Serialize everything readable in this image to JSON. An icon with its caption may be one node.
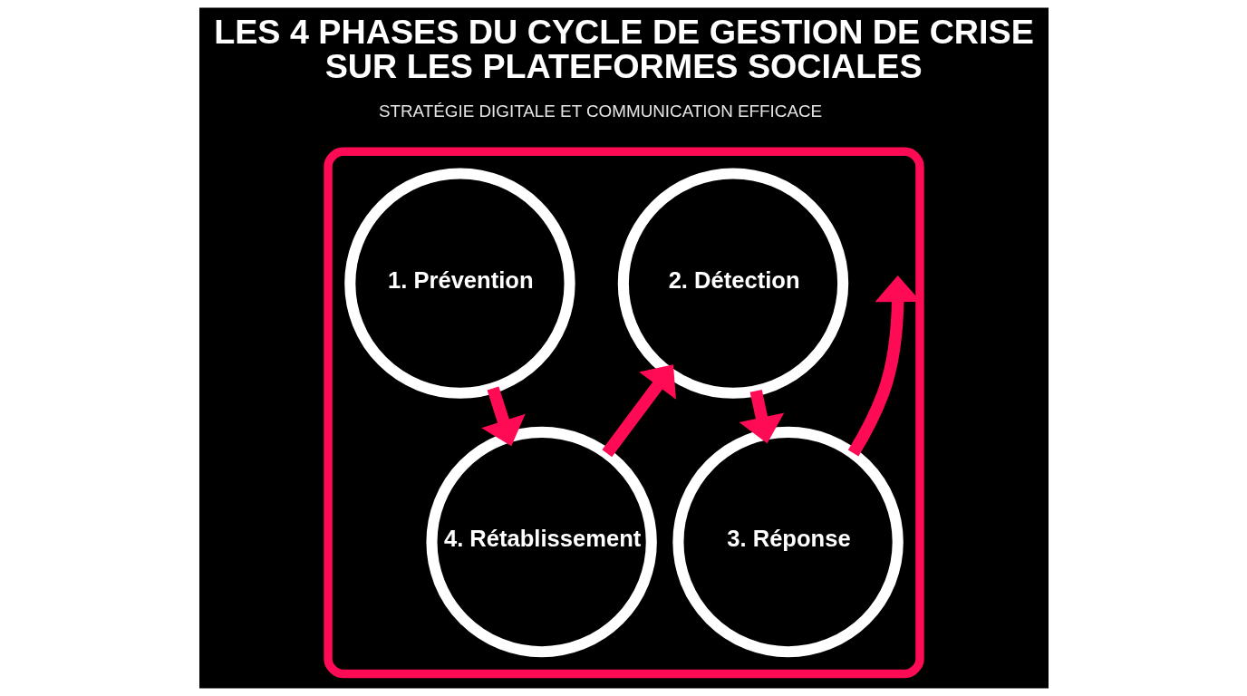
{
  "diagram": {
    "title": "LES 4 PHASES DU CYCLE DE GESTION DE CRISE SUR LES PLATEFORMES SOCIALES",
    "nodes": [
      {
        "text": [],
        "shape": "box"
      },
      {
        "text": [
          "1. Prévention"
        ],
        "in": 0
      },
      {
        "text": [
          "4. Rétablissement"
        ],
        "in": 0
      },
      {
        "text": [
          "2. Détection"
        ],
        "in": 0
      },
      {
        "text": [
          "3. Réponse"
        ],
        "in": 0
      }
    ],
    "edges": [
      {
        "from": 1,
        "to": 2,
        "arrow": "to"
      },
      {
        "from": 2,
        "to": 3,
        "arrow": "to"
      },
      {
        "from": 3,
        "to": 4,
        "arrow": "to"
      },
      {
        "from": 4,
        "to": null,
        "arrow": "to"
      }
    ],
    "labels": [
      "STRATÉGIE DIGITALE ET COMMUNICATION EFFICACE"
    ]
  }
}
